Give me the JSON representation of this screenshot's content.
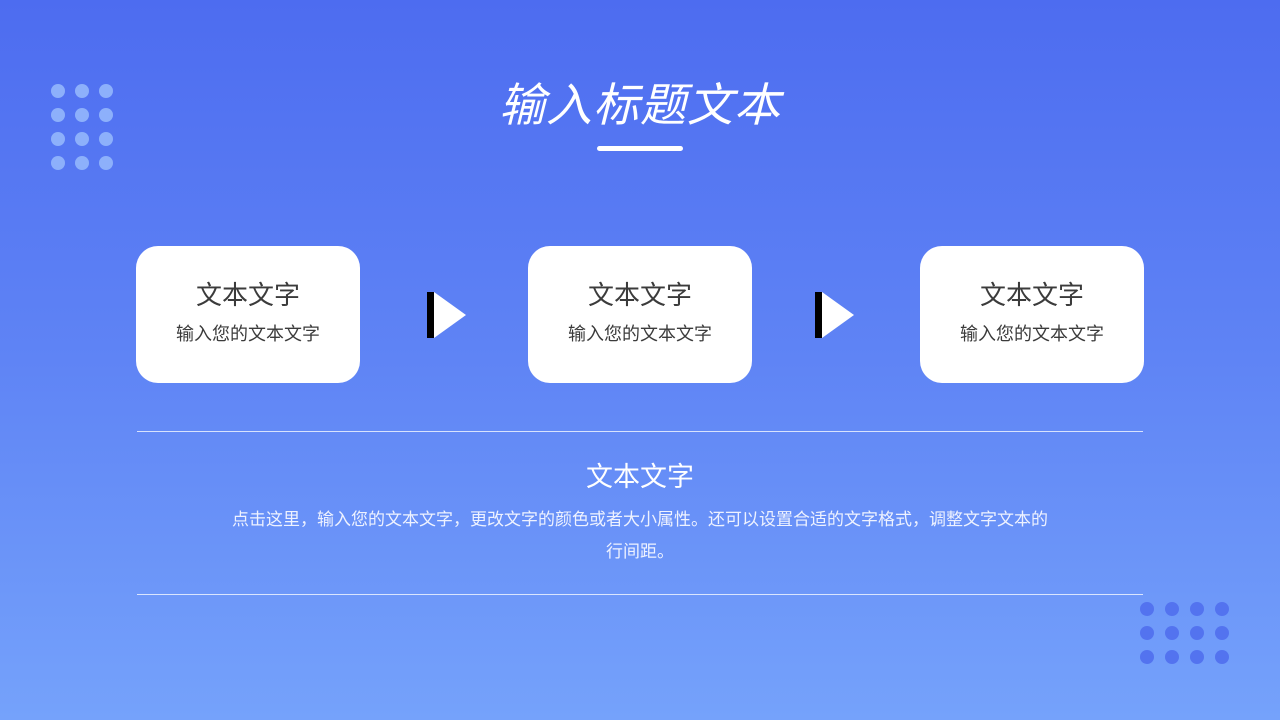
{
  "slide": {
    "title": "输入标题文本",
    "cards": [
      {
        "title": "文本文字",
        "subtitle": "输入您的文本文字"
      },
      {
        "title": "文本文字",
        "subtitle": "输入您的文本文字"
      },
      {
        "title": "文本文字",
        "subtitle": "输入您的文本文字"
      }
    ],
    "section": {
      "title": "文本文字",
      "body": "点击这里，输入您的文本文字，更改文字的颜色或者大小属性。还可以设置合适的文字格式，调整文字文本的行间距。"
    },
    "icons": {
      "arrow": "play-arrow-icon",
      "dots": "dot-grid-icon"
    },
    "colors": {
      "background_top": "#4d6cf0",
      "background_bottom": "#75a2fb",
      "card": "#ffffff",
      "card_text": "#3b3b3b",
      "accent_text": "#ffffff",
      "dots_light": "#8db0fb",
      "dots_dark": "#5373ef"
    }
  }
}
